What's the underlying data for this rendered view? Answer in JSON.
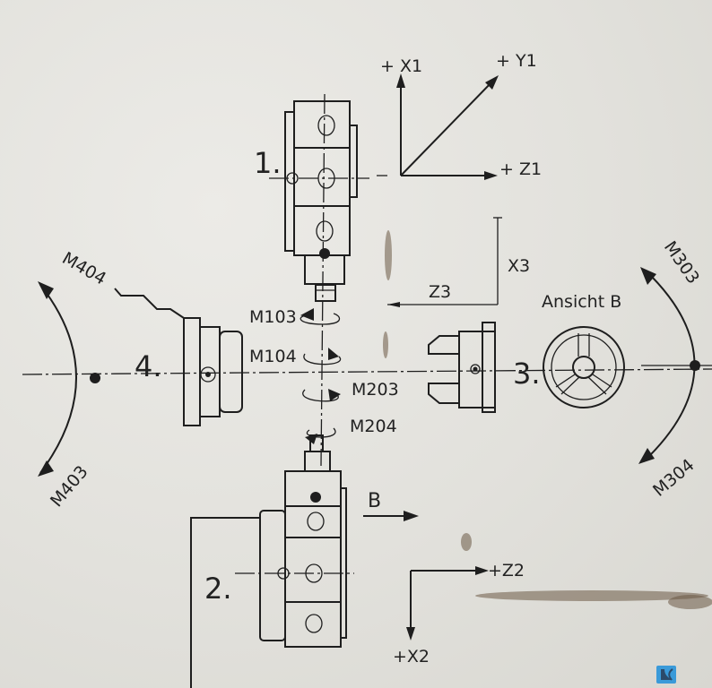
{
  "axes_1": {
    "x": "+ X1",
    "y": "+ Y1",
    "z": "+ Z1",
    "minus": "–"
  },
  "axes_2": {
    "z": "+Z2",
    "x": "+X2"
  },
  "dimensions": {
    "x3": "X3",
    "z3": "Z3"
  },
  "stations": {
    "s1": "1.",
    "s2": "2.",
    "s3": "3.",
    "s4": "4."
  },
  "rotations": {
    "m103": "M103",
    "m104": "M104",
    "m203": "M203",
    "m204": "M204",
    "m303": "M303",
    "m304": "M304",
    "m403": "M403",
    "m404": "M404"
  },
  "view_label": "Ansicht B",
  "direction_label": "B",
  "logo": {
    "color": "#3a9ad9"
  }
}
